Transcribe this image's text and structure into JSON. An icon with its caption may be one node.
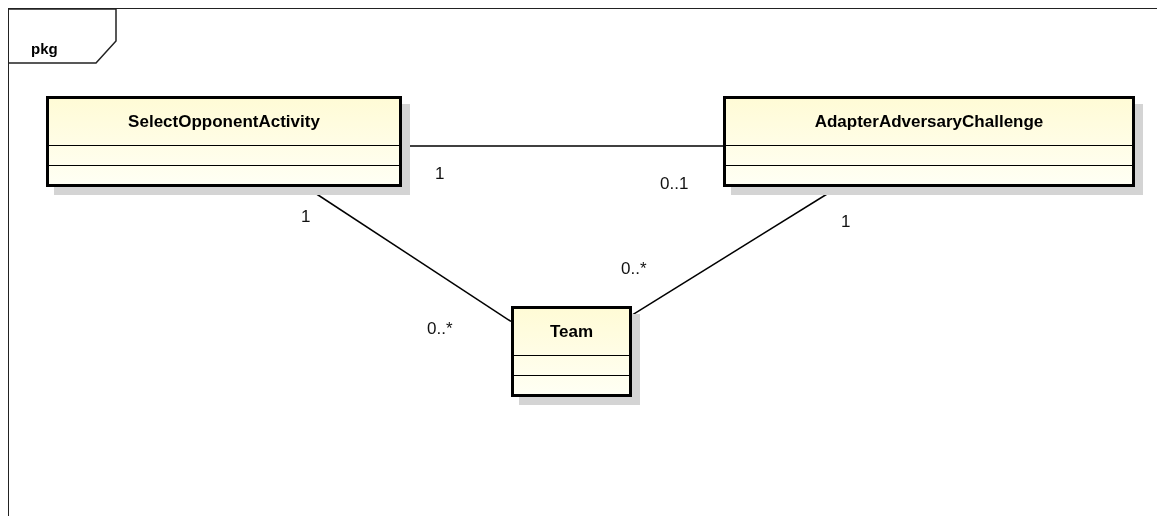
{
  "diagram": {
    "nodes": [
      {
        "text": [
          "pkg"
        ]
      },
      {
        "text": [
          "SelectOpponentActivity"
        ],
        "in": 0
      },
      {
        "text": [
          "AdapterAdversaryChallenge"
        ],
        "in": 0
      },
      {
        "text": [
          "Team"
        ],
        "in": 0
      }
    ],
    "edges": [
      {
        "from": 1,
        "to": 2,
        "arrow": "none"
      },
      {
        "from": 1,
        "to": 3,
        "arrow": "none"
      },
      {
        "from": 2,
        "to": 3,
        "arrow": "none"
      }
    ],
    "labels": [
      "1",
      "0..1",
      "1",
      "1",
      "0..*",
      "0..*"
    ]
  }
}
